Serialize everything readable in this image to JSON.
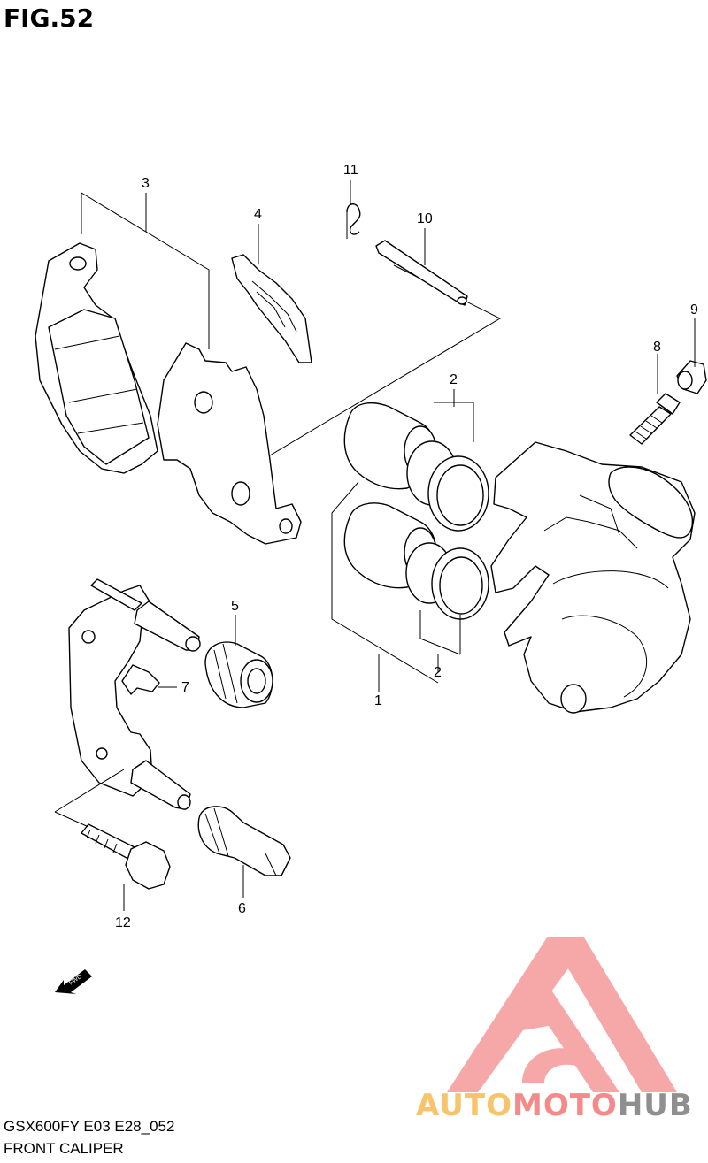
{
  "figure": {
    "title": "FIG.52",
    "model_code": "GSX600FY E03 E28_052",
    "name": "FRONT CALIPER",
    "fwd_label": "FWD"
  },
  "callouts": {
    "c1": "1",
    "c2a": "2",
    "c2b": "2",
    "c3": "3",
    "c4": "4",
    "c5": "5",
    "c6": "6",
    "c7": "7",
    "c8": "8",
    "c9": "9",
    "c10": "10",
    "c11": "11",
    "c12": "12"
  },
  "watermark": {
    "part1": "AUTO",
    "part2": "MOTO",
    "part3": "HUB",
    "colors": {
      "auto": "#f7c46b",
      "moto": "#f48a8a",
      "hub": "#8f8f8f",
      "triangle": "#f48a8a"
    }
  }
}
